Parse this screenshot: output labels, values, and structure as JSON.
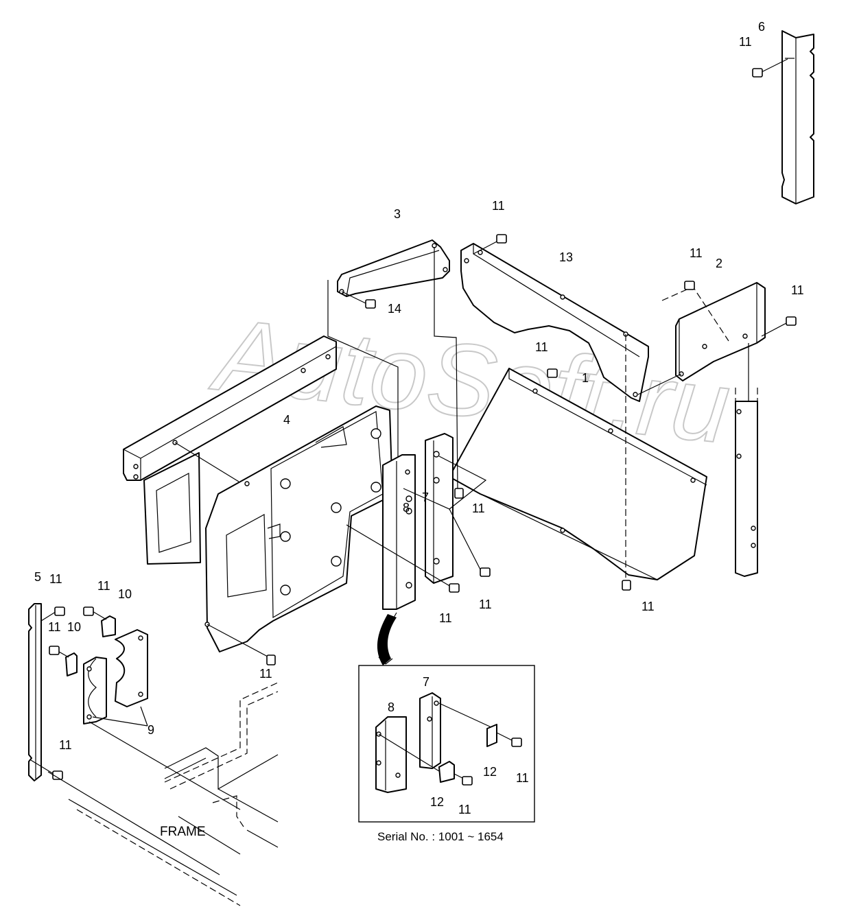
{
  "watermark": "AutoSoft.ru",
  "frame_label": "FRAME",
  "inset_caption": "Serial No. : 1001 ~ 1654",
  "callouts": {
    "c1": "1",
    "c2": "2",
    "c3": "3",
    "c4": "4",
    "c5": "5",
    "c6": "6",
    "c7": "7",
    "c8": "8",
    "c9": "9",
    "c10a": "10",
    "c10b": "10",
    "c11_r6": "11",
    "c11_top13": "11",
    "c11_top2": "11",
    "c11_right2": "11",
    "c11_mid1": "11",
    "c11_bracket": "11",
    "c11_7": "11",
    "c11_8": "11",
    "c11_1bottom": "11",
    "c11_4bottom": "11",
    "c11_5top": "11",
    "c11_5mid": "11",
    "c11_10": "11",
    "c11_5bottom": "11",
    "c11_inset_right": "11",
    "c11_inset_bottom": "11",
    "c12a": "12",
    "c12b": "12",
    "c13": "13",
    "c14": "14",
    "inset7": "7",
    "inset8": "8"
  }
}
